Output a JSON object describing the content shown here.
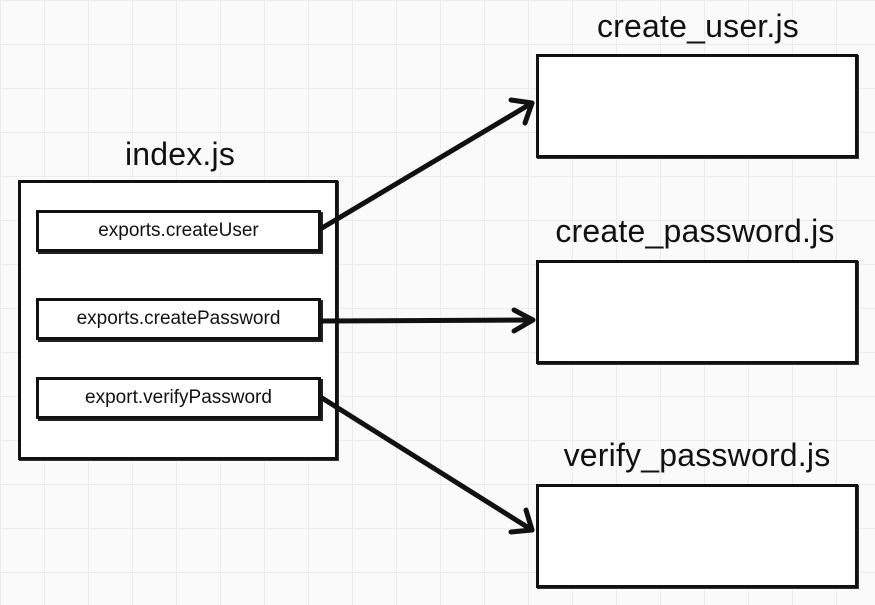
{
  "index": {
    "title": "index.js",
    "exports": [
      "exports.createUser",
      "exports.createPassword",
      "export.verifyPassword"
    ]
  },
  "targets": [
    {
      "title": "create_user.js"
    },
    {
      "title": "create_password.js"
    },
    {
      "title": "verify_password.js"
    }
  ],
  "colors": {
    "ink": "#111111",
    "box_fill": "#ffffff",
    "grid": "#ececec",
    "background": "#fafafa"
  }
}
